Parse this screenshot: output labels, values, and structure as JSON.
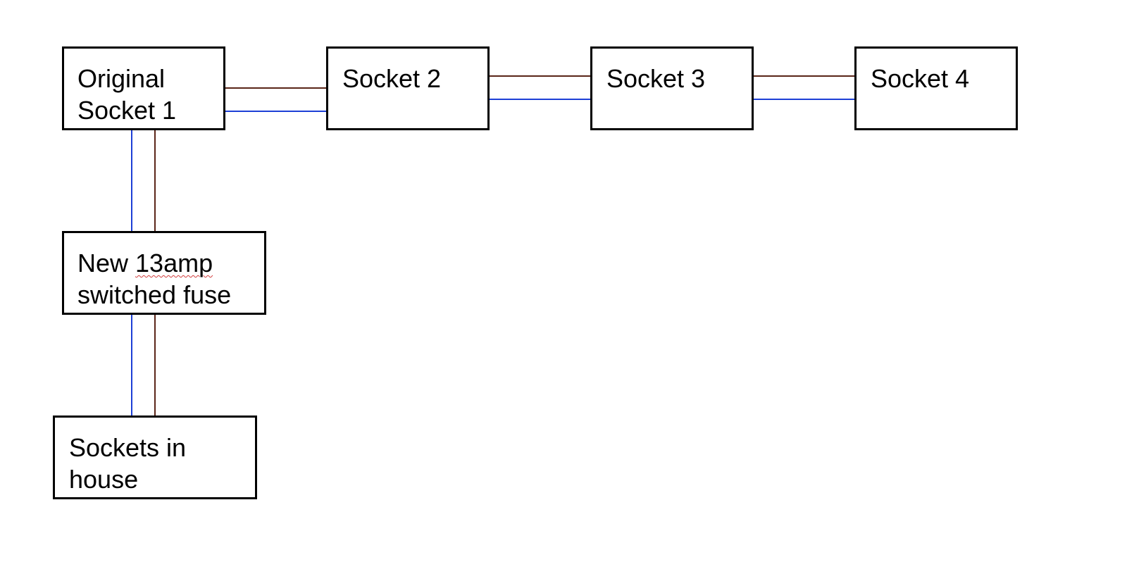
{
  "diagram": {
    "wire_colors": {
      "live": "#5a2518",
      "neutral": "#1d3fd6"
    },
    "nodes": {
      "socket1": {
        "line1": "Original",
        "line2": "Socket 1"
      },
      "socket2": {
        "label": "Socket 2"
      },
      "socket3": {
        "label": "Socket 3"
      },
      "socket4": {
        "label": "Socket 4"
      },
      "fuse": {
        "line1_word1": "New ",
        "line1_word2": "13amp",
        "line2": "switched fuse"
      },
      "house": {
        "line1": "Sockets in",
        "line2": "house"
      }
    }
  }
}
